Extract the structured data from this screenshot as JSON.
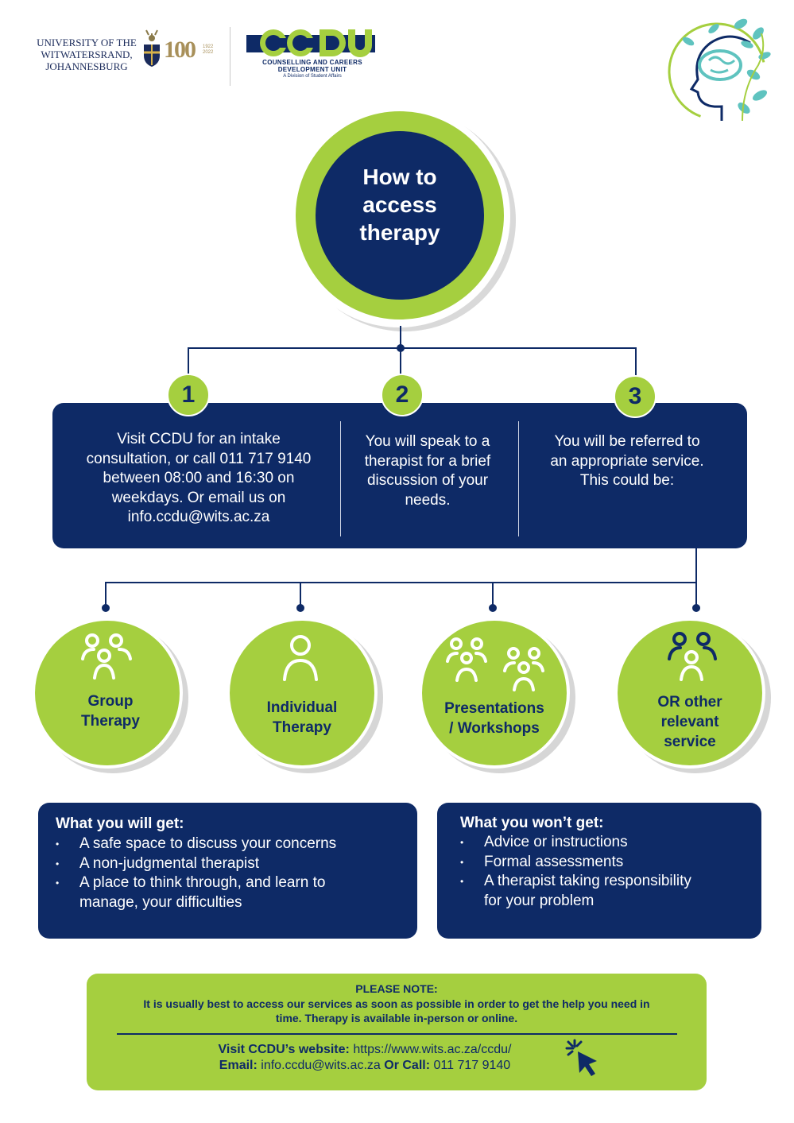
{
  "header": {
    "university": [
      "UNIVERSITY OF THE",
      "WITWATERSRAND,",
      "JOHANNESBURG"
    ],
    "centenary": "100",
    "centenary_years": [
      "1922",
      "2022"
    ],
    "ccdu_mark": "CCDU",
    "ccdu_name": [
      "COUNSELLING AND CAREERS",
      "DEVELOPMENT UNIT"
    ],
    "ccdu_division": "A Division of Student Affairs"
  },
  "title": [
    "How to",
    "access",
    "therapy"
  ],
  "steps": [
    {
      "number": "1",
      "text": [
        "Visit CCDU for an intake",
        "consultation, or call 011 717 9140",
        "between 08:00 and 16:30 on",
        "weekdays. Or email us on",
        "info.ccdu@wits.ac.za"
      ]
    },
    {
      "number": "2",
      "text": [
        "You will speak to a",
        "therapist for a brief",
        "discussion of your",
        "needs."
      ]
    },
    {
      "number": "3",
      "text": [
        "You will be referred to",
        "an appropriate service.",
        "This could be:"
      ]
    }
  ],
  "services": [
    {
      "label": [
        "Group",
        "Therapy"
      ],
      "icon": "group-icon"
    },
    {
      "label": [
        "Individual",
        "Therapy"
      ],
      "icon": "person-icon"
    },
    {
      "label": [
        "Presentations",
        "/ Workshops"
      ],
      "icon": "audience-icon"
    },
    {
      "label": [
        "OR other",
        "relevant",
        "service"
      ],
      "icon": "people-icon"
    }
  ],
  "will_get": {
    "heading": "What you will get:",
    "items": [
      "A safe space to discuss your concerns",
      "A non-judgmental therapist",
      "A place to think through, and learn to",
      "manage, your difficulties"
    ]
  },
  "wont_get": {
    "heading": "What you won’t get:",
    "items": [
      "Advice or instructions",
      "Formal assessments",
      "A therapist taking responsibility",
      "for your problem"
    ]
  },
  "note": {
    "title": "PLEASE NOTE:",
    "body": [
      "It is usually best to access our services as soon as possible in order to get the help you need in",
      "time. Therapy is available in-person or online."
    ],
    "website_label": "Visit CCDU’s website:",
    "website": "https://www.wits.ac.za/ccdu/",
    "email_label": "Email:",
    "email": "info.ccdu@wits.ac.za",
    "call_label": "Or Call:",
    "phone": "011 717 9140"
  },
  "colors": {
    "navy": "#0e2a66",
    "green": "#a5cf3f",
    "teal": "#5fc3bf"
  }
}
